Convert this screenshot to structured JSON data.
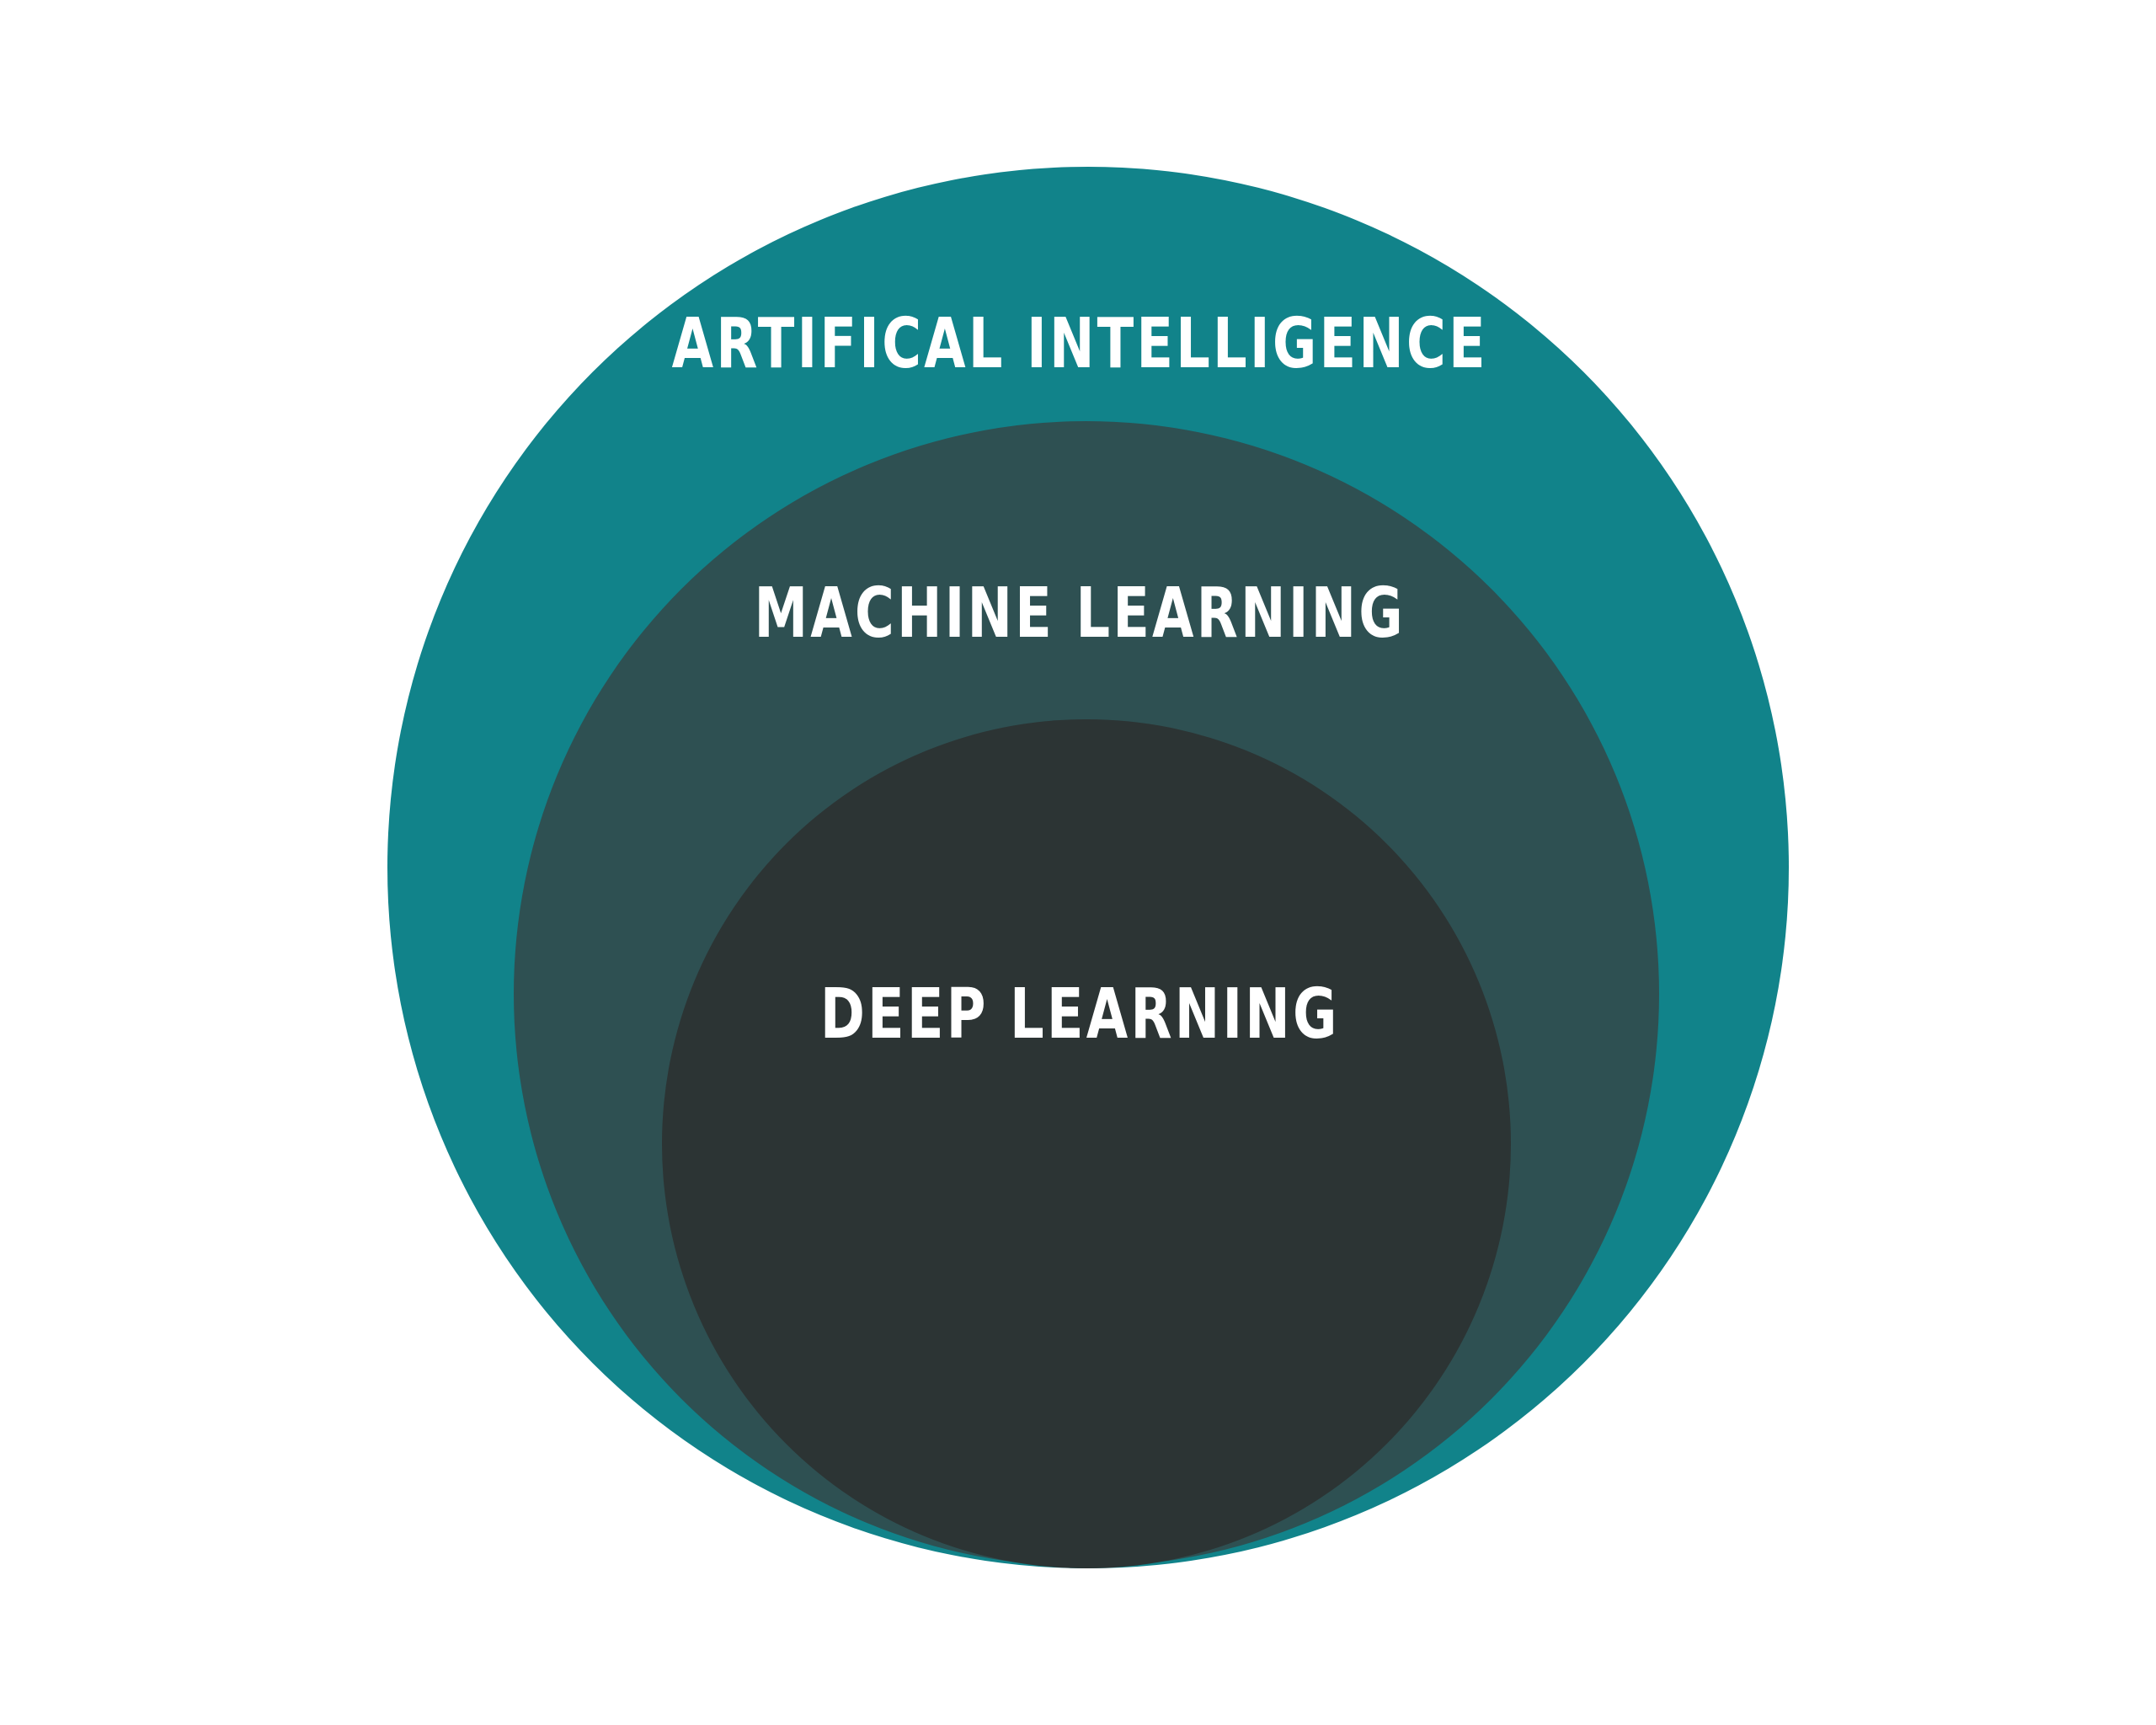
{
  "diagram": {
    "outer": {
      "label": "ARTIFICAL INTELLIGENCE",
      "color": "#11838a"
    },
    "middle": {
      "label": "MACHINE LEARNING",
      "color": "#2e5052"
    },
    "inner": {
      "label": "DEEP LEARNING",
      "color": "#2c3434"
    },
    "text_color": "#ffffff",
    "background": "#ffffff"
  }
}
